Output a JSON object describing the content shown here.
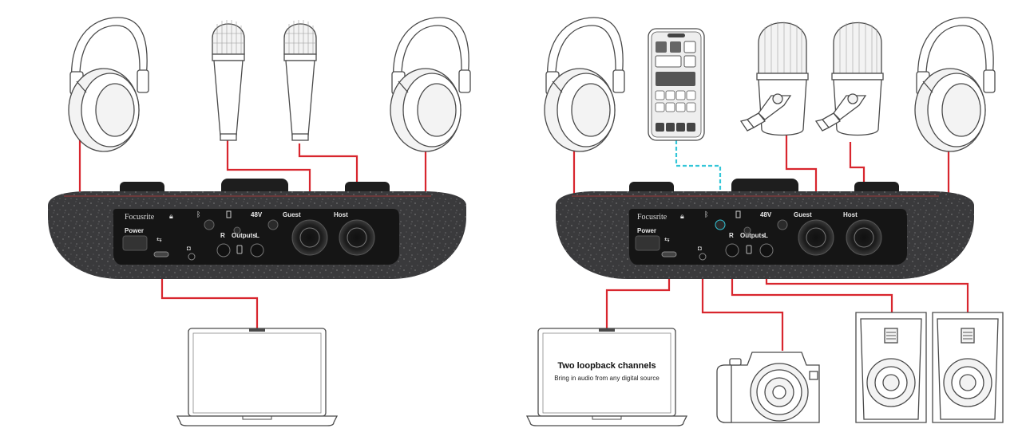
{
  "colors": {
    "cable": "#d8262e",
    "bluetooth_cable": "#34c6d8",
    "device_body": "#3a3a3c",
    "panel": "#151515",
    "knob": "#1c1c1c"
  },
  "interfaces": [
    {
      "brand": "Focusrite",
      "power_label": "Power",
      "outputs_label": "Outputs",
      "right_label": "R",
      "left_label": "L",
      "phantom_label": "48V",
      "guest_label": "Guest",
      "host_label": "Host"
    },
    {
      "brand": "Focusrite",
      "power_label": "Power",
      "outputs_label": "Outputs",
      "right_label": "R",
      "left_label": "L",
      "phantom_label": "48V",
      "guest_label": "Guest",
      "host_label": "Host"
    }
  ],
  "laptop_screen": {
    "title": "Two loopback channels",
    "subtitle": "Bring in audio from any digital source"
  },
  "icons": [
    "headphones-icon",
    "handheld-microphone-icon",
    "smartphone-icon",
    "broadcast-microphone-icon",
    "laptop-icon",
    "camera-icon",
    "speaker-icon",
    "lock-icon",
    "bluetooth-icon",
    "usb-icon"
  ]
}
